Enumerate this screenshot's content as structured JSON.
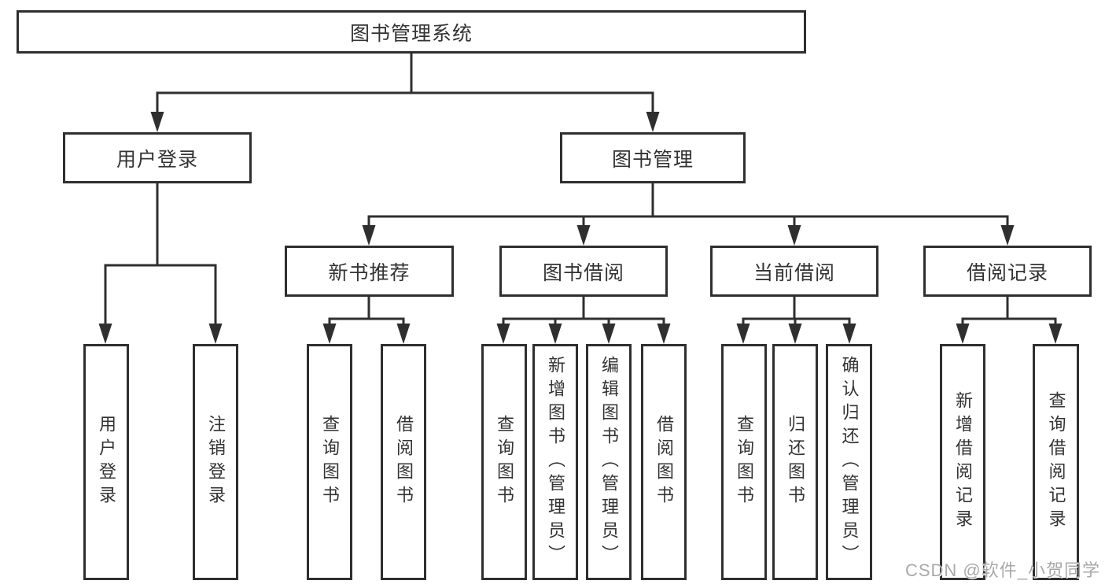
{
  "diagram": {
    "root": {
      "label": "图书管理系统"
    },
    "level2": [
      {
        "label": "用户登录"
      },
      {
        "label": "图书管理"
      }
    ],
    "level3": [
      {
        "label": "新书推荐"
      },
      {
        "label": "图书借阅"
      },
      {
        "label": "当前借阅"
      },
      {
        "label": "借阅记录"
      }
    ],
    "leaves": [
      {
        "label": "用户登录",
        "parent": "用户登录"
      },
      {
        "label": "注销登录",
        "parent": "用户登录"
      },
      {
        "label": "查询图书",
        "parent": "新书推荐"
      },
      {
        "label": "借阅图书",
        "parent": "新书推荐"
      },
      {
        "label": "查询图书",
        "parent": "图书借阅"
      },
      {
        "label": "新增图书（管理员）",
        "parent": "图书借阅"
      },
      {
        "label": "编辑图书（管理员）",
        "parent": "图书借阅"
      },
      {
        "label": "借阅图书",
        "parent": "图书借阅"
      },
      {
        "label": "查询图书",
        "parent": "当前借阅"
      },
      {
        "label": "归还图书",
        "parent": "当前借阅"
      },
      {
        "label": "确认归还（管理员）",
        "parent": "当前借阅"
      },
      {
        "label": "新增借阅记录",
        "parent": "借阅记录"
      },
      {
        "label": "查询借阅记录",
        "parent": "借阅记录"
      }
    ]
  },
  "colors": {
    "line": "#2f2f2f",
    "text": "#333333",
    "watermark": "#a9a9a9"
  },
  "watermark": {
    "text": "CSDN @软件_小贺同学"
  }
}
